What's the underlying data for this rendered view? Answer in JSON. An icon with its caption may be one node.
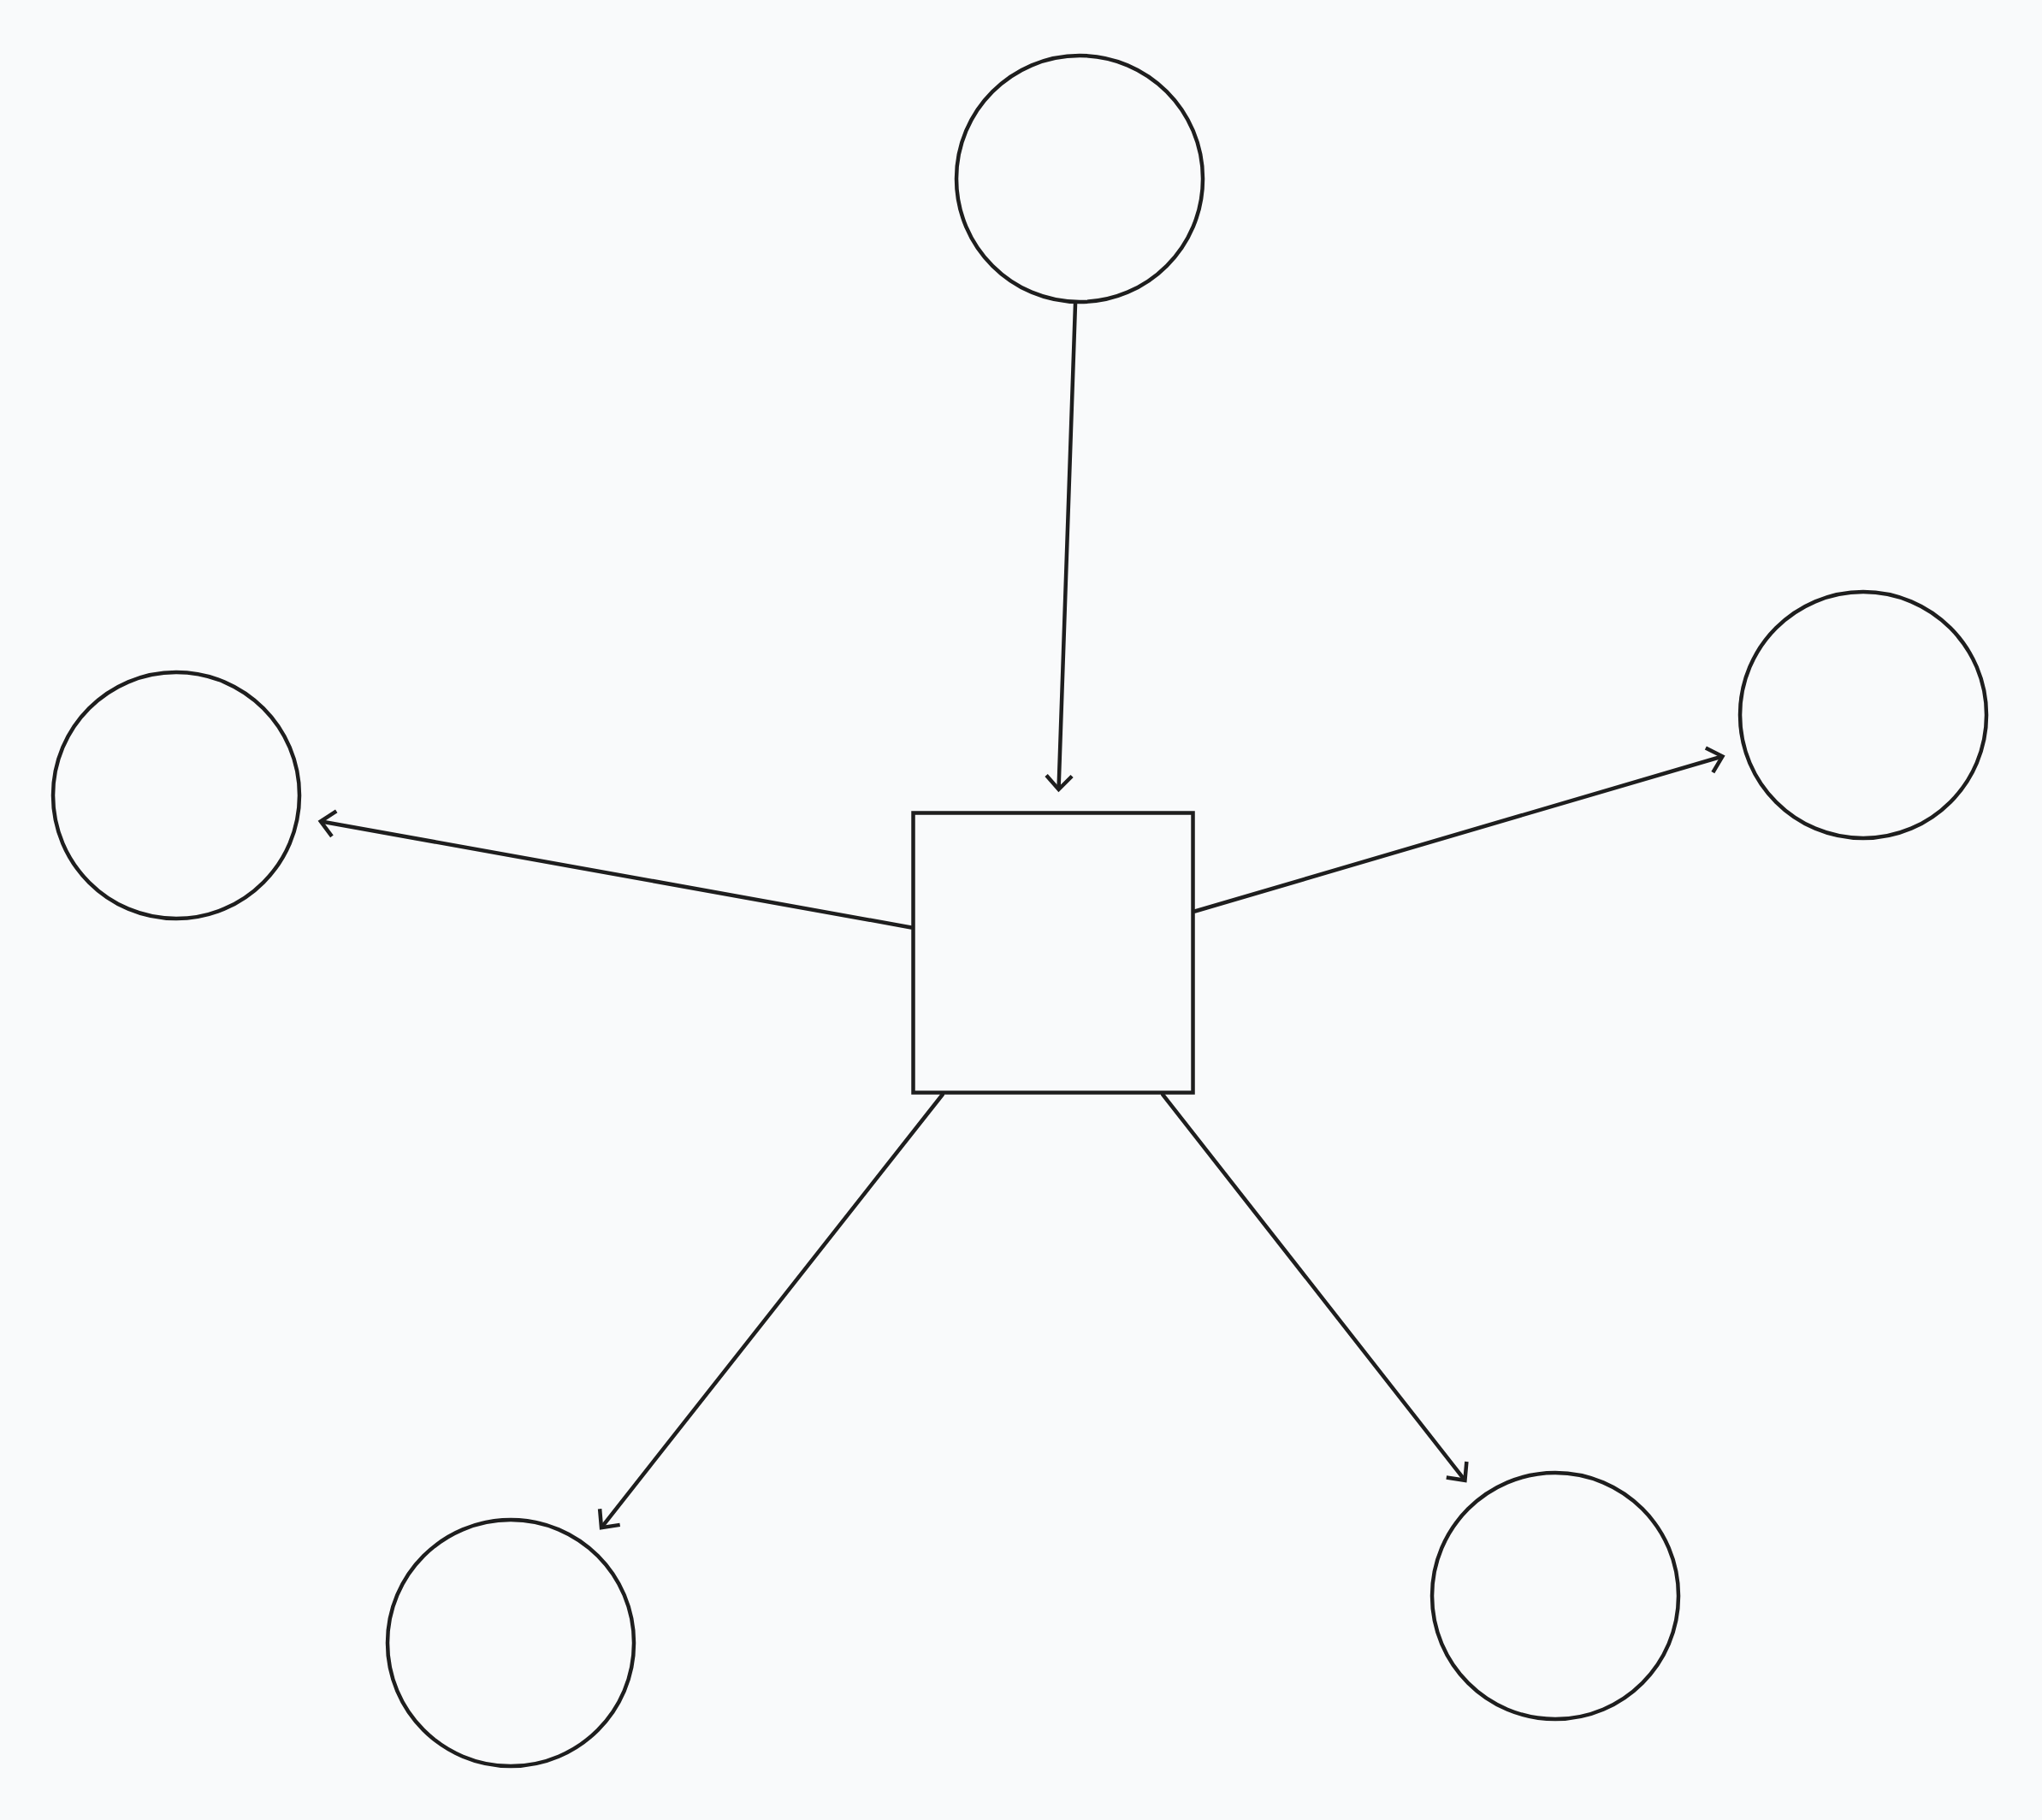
{
  "diagram": {
    "nodes": [
      {
        "text": [],
        "shape": "circle"
      },
      {
        "text": [],
        "shape": "circle"
      },
      {
        "text": [],
        "shape": "box"
      },
      {
        "text": [],
        "shape": "circle"
      },
      {
        "text": [],
        "shape": "circle"
      },
      {
        "text": [],
        "shape": "circle"
      }
    ],
    "edges": [
      {
        "from": 0,
        "to": 2,
        "arrow": "to"
      },
      {
        "from": 2,
        "to": 1,
        "arrow": "to"
      },
      {
        "from": 2,
        "to": 3,
        "arrow": "to"
      },
      {
        "from": 2,
        "to": 4,
        "arrow": "to"
      },
      {
        "from": 2,
        "to": 5,
        "arrow": "to"
      }
    ]
  }
}
